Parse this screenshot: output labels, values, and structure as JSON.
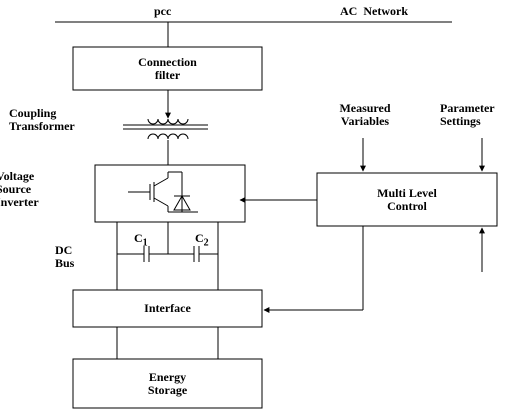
{
  "bus": {
    "pcc_label": "pcc",
    "network_label": "AC  Network"
  },
  "blocks": {
    "connection_filter": {
      "line1": "Connection",
      "line2": "filter"
    },
    "coupling_transformer": {
      "line1": "Coupling",
      "line2": "Transformer"
    },
    "voltage_source_inverter": {
      "line1": "Voltage",
      "line2": "Source",
      "line3": "Inverter"
    },
    "multi_level_control": {
      "line1": "Multi Level",
      "line2": "Control"
    },
    "interface": {
      "label": "Interface"
    },
    "energy_storage": {
      "line1": "Energy",
      "line2": "Storage"
    }
  },
  "inputs": {
    "measured_variables": {
      "line1": "Measured",
      "line2": "Variables"
    },
    "parameter_settings": {
      "line1": "Parameter",
      "line2": "Settings"
    }
  },
  "dc_bus": {
    "line1": "DC",
    "line2": "Bus",
    "c1": {
      "base": "C",
      "sub": "1"
    },
    "c2": {
      "base": "C",
      "sub": "2"
    }
  }
}
